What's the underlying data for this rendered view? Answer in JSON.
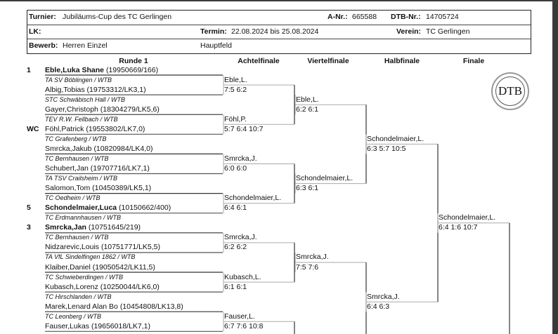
{
  "header": {
    "turnier_label": "Turnier:",
    "turnier": "Jubiläums-Cup des TC Gerlingen",
    "anr_label": "A-Nr.:",
    "anr": "665588",
    "dtbnr_label": "DTB-Nr.:",
    "dtbnr": "14705724",
    "lk_label": "LK:",
    "termin_label": "Termin:",
    "termin": "22.08.2024 bis 25.08.2024",
    "verein_label": "Verein:",
    "verein": "TC Gerlingen",
    "bewerb_label": "Bewerb:",
    "bewerb": "Herren Einzel",
    "feld": "Hauptfeld"
  },
  "rounds": [
    "Runde 1",
    "Achtelfinale",
    "Viertelfinale",
    "Halbfinale",
    "Finale"
  ],
  "logo": "DTB",
  "entries": [
    {
      "seed": "1",
      "name": "Eble,Luka Shane",
      "id": "(19950669/166)",
      "bold": true
    },
    {
      "club": "TA SV Böblingen / WTB"
    },
    {
      "seed": "",
      "name": "Albig,Tobias (19753312/LK3,1)"
    },
    {
      "club": "STC Schwäbisch Hall / WTB"
    },
    {
      "seed": "",
      "name": "Gayer,Christoph (18304279/LK5,6)"
    },
    {
      "club": "TEV R.W. Fellbach / WTB"
    },
    {
      "seed": "WC",
      "name": "Föhl,Patrick (19553802/LK7,0)"
    },
    {
      "club": "TC Grafenberg / WTB"
    },
    {
      "seed": "",
      "name": "Smrcka,Jakub (10820984/LK4,0)"
    },
    {
      "club": "TC Bernhausen / WTB"
    },
    {
      "seed": "",
      "name": "Schubert,Jan (19707716/LK7,1)"
    },
    {
      "club": "TA TSV Crailsheim / WTB"
    },
    {
      "seed": "",
      "name": "Salomon,Tom (10450389/LK5,1)"
    },
    {
      "club": "TC Oedheim / WTB"
    },
    {
      "seed": "5",
      "name": "Schondelmaier,Luca",
      "id": "(10150662/400)",
      "bold": true
    },
    {
      "club": "TC Erdmannhausen / WTB"
    },
    {
      "seed": "3",
      "name": "Smrcka,Jan",
      "id": "(10751645/219)",
      "bold": true
    },
    {
      "club": "TC Bernhausen / WTB"
    },
    {
      "seed": "",
      "name": "Nidzarevic,Louis (10751771/LK5,5)"
    },
    {
      "club": "TA VfL Sindelfingen 1862 / WTB"
    },
    {
      "seed": "",
      "name": "Klaiber,Daniel (19050542/LK11,5)"
    },
    {
      "club": "TC Schwieberdingen / WTB"
    },
    {
      "seed": "",
      "name": "Kubasch,Lorenz (10250044/LK6,0)"
    },
    {
      "club": "TC Hirschlanden / WTB"
    },
    {
      "seed": "",
      "name": "Marek,Lenard Alan Bo (10454808/LK13,8)"
    },
    {
      "club": "TC Leonberg / WTB"
    },
    {
      "seed": "",
      "name": "Fauser,Lukas (19656018/LK7,1)"
    }
  ],
  "results": [
    [
      {
        "winner": "Eble,L.",
        "score": "7:5 6:2"
      },
      {
        "winner": "Föhl,P.",
        "score": "5:7 6:4 10:7"
      },
      {
        "winner": "Smrcka,J.",
        "score": "6:0 6:0"
      },
      {
        "winner": "Schondelmaier,L.",
        "score": "6:4 6:1"
      },
      {
        "winner": "Smrcka,J.",
        "score": "6:2 6:2"
      },
      {
        "winner": "Kubasch,L.",
        "score": "6:1 6:1"
      },
      {
        "winner": "Fauser,L.",
        "score": "6:7 7:6 10:8"
      }
    ],
    [
      {
        "winner": "Eble,L.",
        "score": "6:2 6:1"
      },
      {
        "winner": "Schondelmaier,L.",
        "score": "6:3 6:1"
      },
      {
        "winner": "Smrcka,J.",
        "score": "7:5 7:6"
      }
    ],
    [
      {
        "winner": "Schondelmaier,L.",
        "score": "6:3 5:7 10:5"
      },
      {
        "winner": "Smrcka,J.",
        "score": "6:4 6:3"
      }
    ],
    [
      {
        "winner": "Schondelmaier,L.",
        "score": "6:4 1:6 10:7"
      }
    ]
  ]
}
